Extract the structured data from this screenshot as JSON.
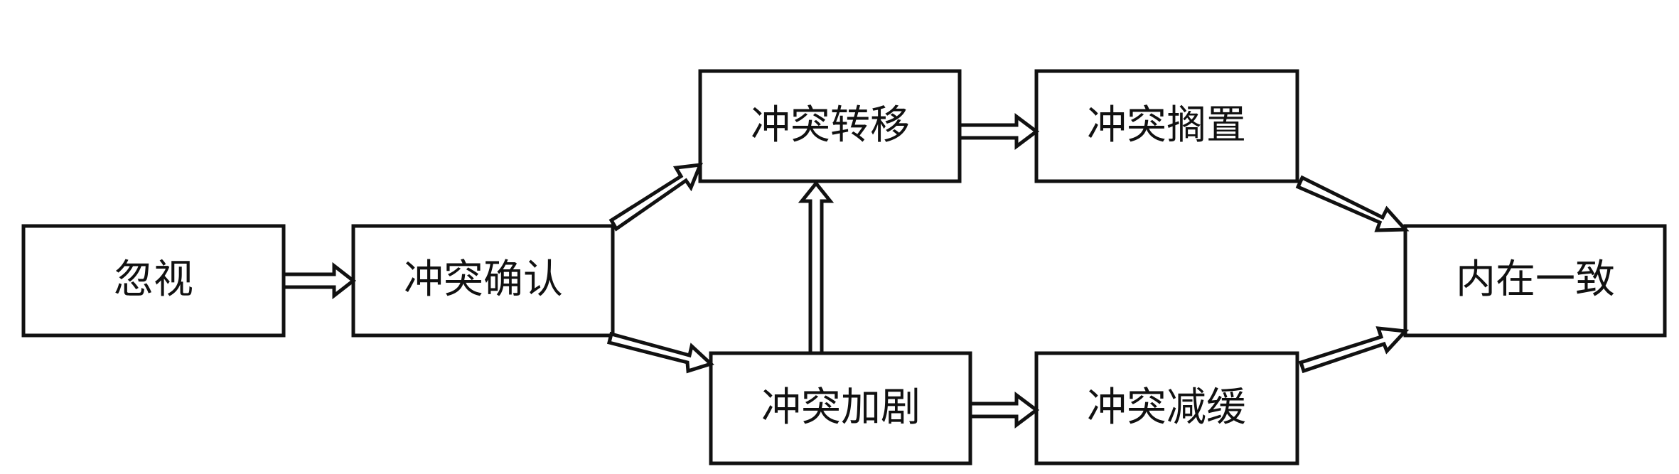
{
  "diagram": {
    "nodes": {
      "ignore": "忽视",
      "confirm": "冲突确认",
      "transfer": "冲突转移",
      "shelve": "冲突搁置",
      "intensify": "冲突加剧",
      "ease": "冲突减缓",
      "consistency": "内在一致"
    },
    "edges": [
      {
        "from": "ignore",
        "to": "confirm"
      },
      {
        "from": "confirm",
        "to": "transfer"
      },
      {
        "from": "confirm",
        "to": "intensify"
      },
      {
        "from": "intensify",
        "to": "transfer"
      },
      {
        "from": "transfer",
        "to": "shelve"
      },
      {
        "from": "intensify",
        "to": "ease"
      },
      {
        "from": "shelve",
        "to": "consistency"
      },
      {
        "from": "ease",
        "to": "consistency"
      }
    ],
    "colors": {
      "stroke": "#111111",
      "fill": "#ffffff",
      "text": "#111111"
    }
  }
}
